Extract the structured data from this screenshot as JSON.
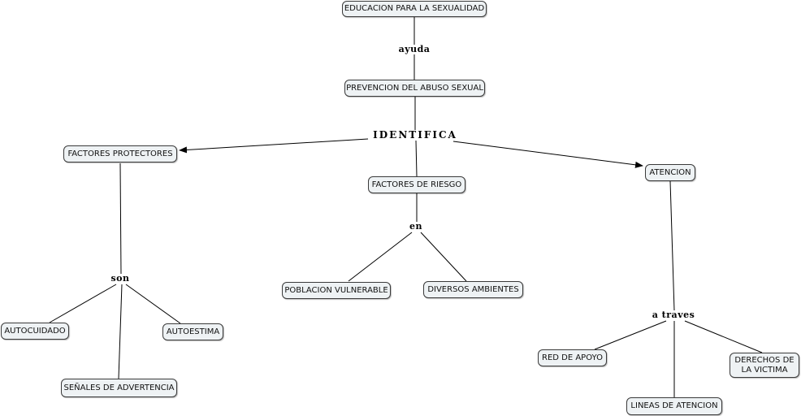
{
  "nodes": {
    "educacion": "EDUCACION PARA LA SEXUALIDAD",
    "prevencion": "PREVENCION DEL ABUSO SEXUAL",
    "factores_protectores": "FACTORES  PROTECTORES",
    "factores_riesgo": "FACTORES DE RIESGO",
    "atencion": "ATENCION",
    "autocuidado": "AUTOCUIDADO",
    "autoestima": "AUTOESTIMA",
    "senales": "SEÑALES DE ADVERTENCIA",
    "poblacion": "POBLACION VULNERABLE",
    "ambientes": "DIVERSOS AMBIENTES",
    "red_apoyo": "RED DE APOYO",
    "derechos": "DERECHOS DE LA VICTIMA",
    "lineas": "LINEAS DE ATENCION"
  },
  "links": {
    "ayuda": "ayuda",
    "identifica": "IDENTIFICA",
    "son": "son",
    "en": "en",
    "a_traves": "a traves"
  }
}
